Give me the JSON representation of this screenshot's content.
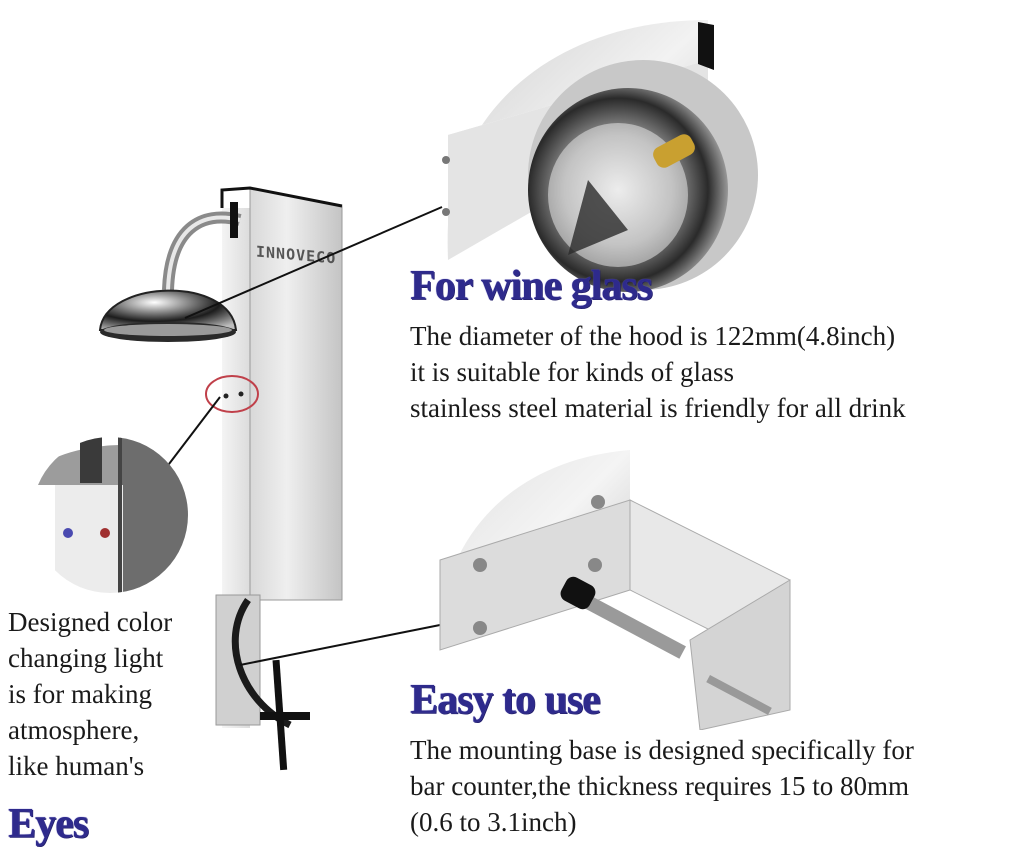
{
  "product": {
    "brand_label": "INNOVECO"
  },
  "sections": {
    "wine_glass": {
      "heading": "For wine glass",
      "lines": [
        "The diameter of the hood is 122mm(4.8inch)",
        "it is suitable for kinds of glass",
        "stainless steel material is friendly for all drink"
      ]
    },
    "easy_to_use": {
      "heading": "Easy to use",
      "lines": [
        "The mounting base is designed specifically for",
        "bar counter,the thickness requires 15 to 80mm",
        "(0.6 to 3.1inch)"
      ]
    },
    "eyes": {
      "lines": [
        "Designed color",
        "changing light",
        "is for making",
        "atmosphere,",
        "like human's"
      ],
      "heading": "Eyes"
    }
  },
  "colors": {
    "heading": "#2e2a8c",
    "body": "#1a1a1a",
    "highlight_circle": "#c0404a",
    "led_blue": "#4a4ab0",
    "led_red": "#a03030",
    "brass": "#c9a030"
  }
}
